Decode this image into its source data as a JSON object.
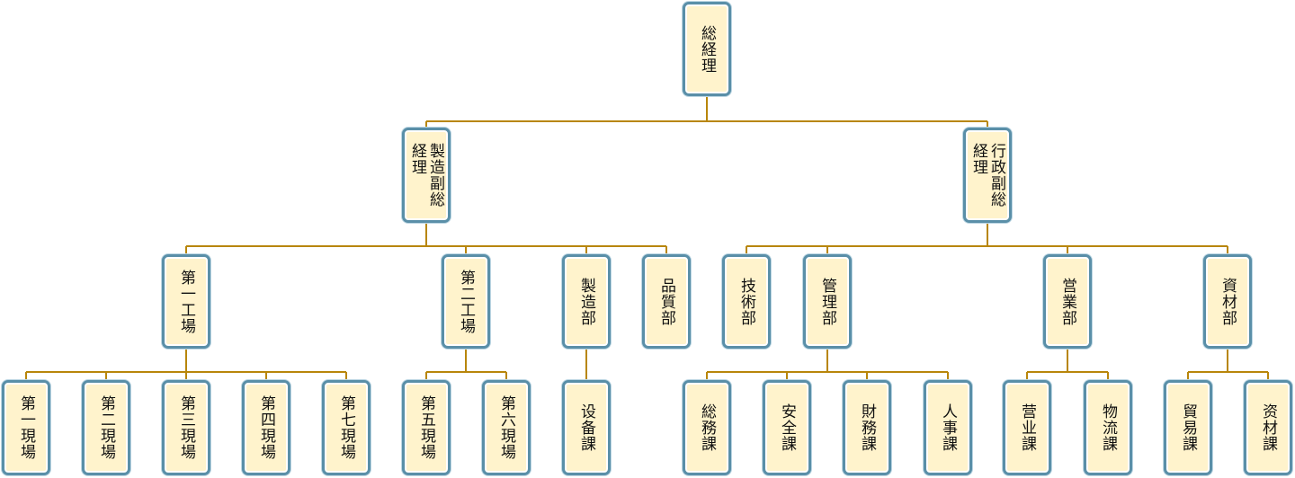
{
  "chart": {
    "nodes": {
      "gm": "総経理",
      "mfg_vgm": "製造副総\n経理",
      "adm_vgm": "行政副総\n経理",
      "plant1": "第一工場",
      "plant2": "第二工場",
      "mfg_dept": "製造部",
      "qa_dept": "品質部",
      "tech_dept": "技術部",
      "mgmt_dept": "管理部",
      "sales_dept": "営業部",
      "material_dept": "資材部",
      "site1": "第一現場",
      "site2": "第二現場",
      "site3": "第三現場",
      "site4": "第四現場",
      "site7": "第七現場",
      "site5": "第五現場",
      "site6": "第六現場",
      "equipment_sec": "设备課",
      "general_sec": "総務課",
      "safety_sec": "安全課",
      "finance_sec": "財務課",
      "hr_sec": "人事課",
      "sales_sec": "营业課",
      "logistics_sec": "物流課",
      "trade_sec": "貿易課",
      "material_sec": "资材課"
    },
    "colors": {
      "node_fill": "#fff3cc",
      "node_border": "#5a8fa8",
      "connector": "#b8860b"
    }
  }
}
